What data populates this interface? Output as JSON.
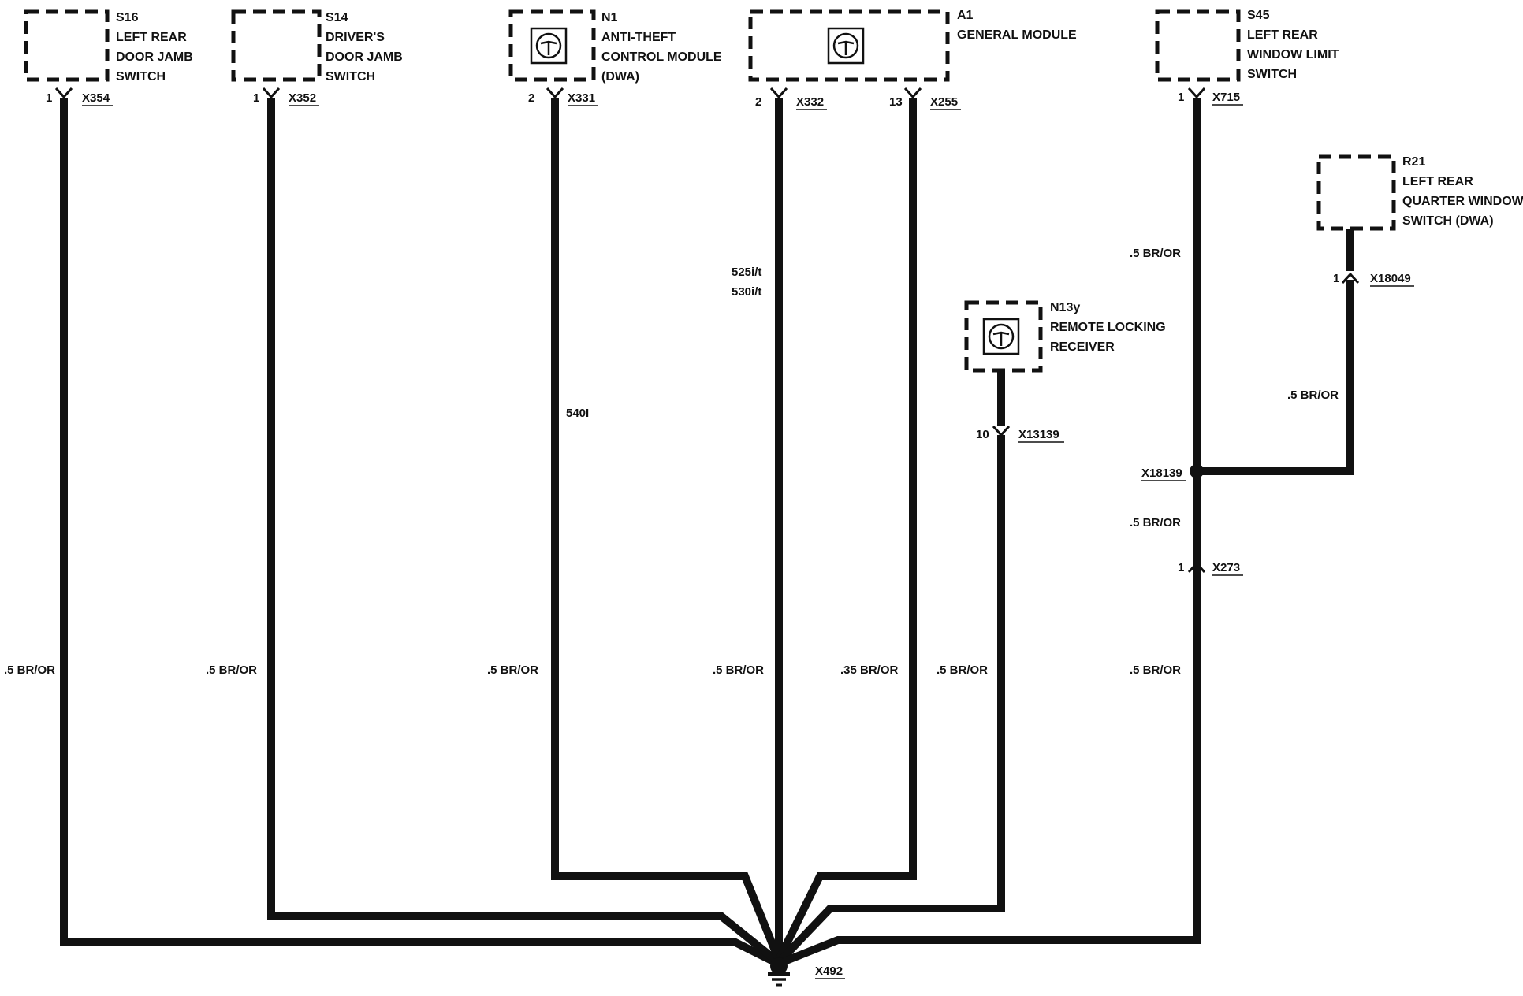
{
  "components": {
    "s16": {
      "ref": "S16",
      "lines": [
        "LEFT REAR",
        "DOOR JAMB",
        "SWITCH"
      ]
    },
    "s14": {
      "ref": "S14",
      "lines": [
        "DRIVER'S",
        "DOOR JAMB",
        "SWITCH"
      ]
    },
    "n1": {
      "ref": "N1",
      "lines": [
        "ANTI-THEFT",
        "CONTROL MODULE",
        "(DWA)"
      ]
    },
    "a1": {
      "ref": "A1",
      "lines": [
        "GENERAL MODULE"
      ]
    },
    "s45": {
      "ref": "S45",
      "lines": [
        "LEFT REAR",
        "WINDOW LIMIT",
        "SWITCH"
      ]
    },
    "r21": {
      "ref": "R21",
      "lines": [
        "LEFT REAR",
        "QUARTER WINDOW",
        "SWITCH (DWA)"
      ]
    },
    "n13y": {
      "ref": "N13y",
      "lines": [
        "REMOTE LOCKING",
        "RECEIVER"
      ]
    }
  },
  "connectors": {
    "x354": {
      "pin": "1",
      "name": "X354"
    },
    "x352": {
      "pin": "1",
      "name": "X352"
    },
    "x331": {
      "pin": "2",
      "name": "X331"
    },
    "x332": {
      "pin": "2",
      "name": "X332"
    },
    "x255": {
      "pin": "13",
      "name": "X255"
    },
    "x715": {
      "pin": "1",
      "name": "X715"
    },
    "x18049": {
      "pin": "1",
      "name": "X18049"
    },
    "x13139": {
      "pin": "10",
      "name": "X13139"
    },
    "x273": {
      "pin": "1",
      "name": "X273"
    },
    "x18139": {
      "name": "X18139"
    },
    "x492": {
      "name": "X492"
    }
  },
  "wires": {
    "s16": ".5 BR/OR",
    "s14": ".5 BR/OR",
    "n1": ".5 BR/OR",
    "a1_2": ".5 BR/OR",
    "a1_13": ".35 BR/OR",
    "n13y": ".5 BR/OR",
    "s45_upper": ".5 BR/OR",
    "s45_middle": ".5 BR/OR",
    "s45_lower": ".5 BR/OR",
    "r21": ".5 BR/OR"
  },
  "notes": {
    "model_525": "525i/t",
    "model_530": "530i/t",
    "model_540": "540I"
  },
  "colors": {
    "ink": "#111111",
    "background": "#ffffff"
  }
}
